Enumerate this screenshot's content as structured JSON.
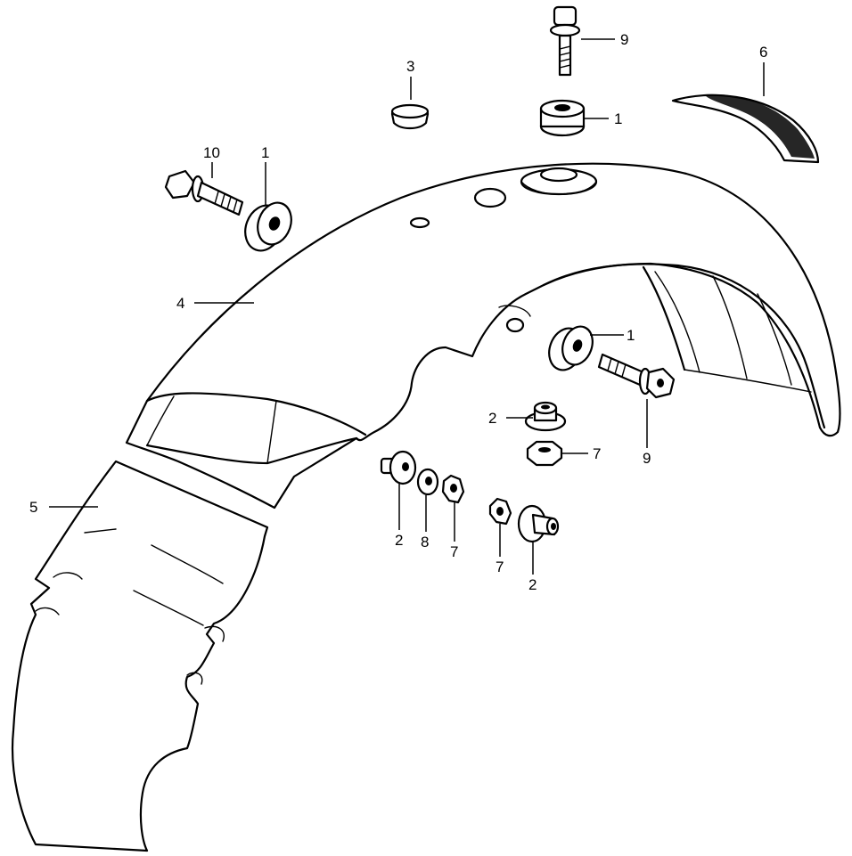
{
  "callouts": [
    {
      "id": "c-9-top",
      "text": "9"
    },
    {
      "id": "c-3",
      "text": "3"
    },
    {
      "id": "c-6",
      "text": "6"
    },
    {
      "id": "c-1-top",
      "text": "1"
    },
    {
      "id": "c-10",
      "text": "10"
    },
    {
      "id": "c-1-left",
      "text": "1"
    },
    {
      "id": "c-4",
      "text": "4"
    },
    {
      "id": "c-1-mid",
      "text": "1"
    },
    {
      "id": "c-2-a",
      "text": "2"
    },
    {
      "id": "c-7-a",
      "text": "7"
    },
    {
      "id": "c-9-right",
      "text": "9"
    },
    {
      "id": "c-5",
      "text": "5"
    },
    {
      "id": "c-2-b",
      "text": "2"
    },
    {
      "id": "c-8",
      "text": "8"
    },
    {
      "id": "c-7-b",
      "text": "7"
    },
    {
      "id": "c-7-c",
      "text": "7"
    },
    {
      "id": "c-2-c",
      "text": "2"
    }
  ]
}
